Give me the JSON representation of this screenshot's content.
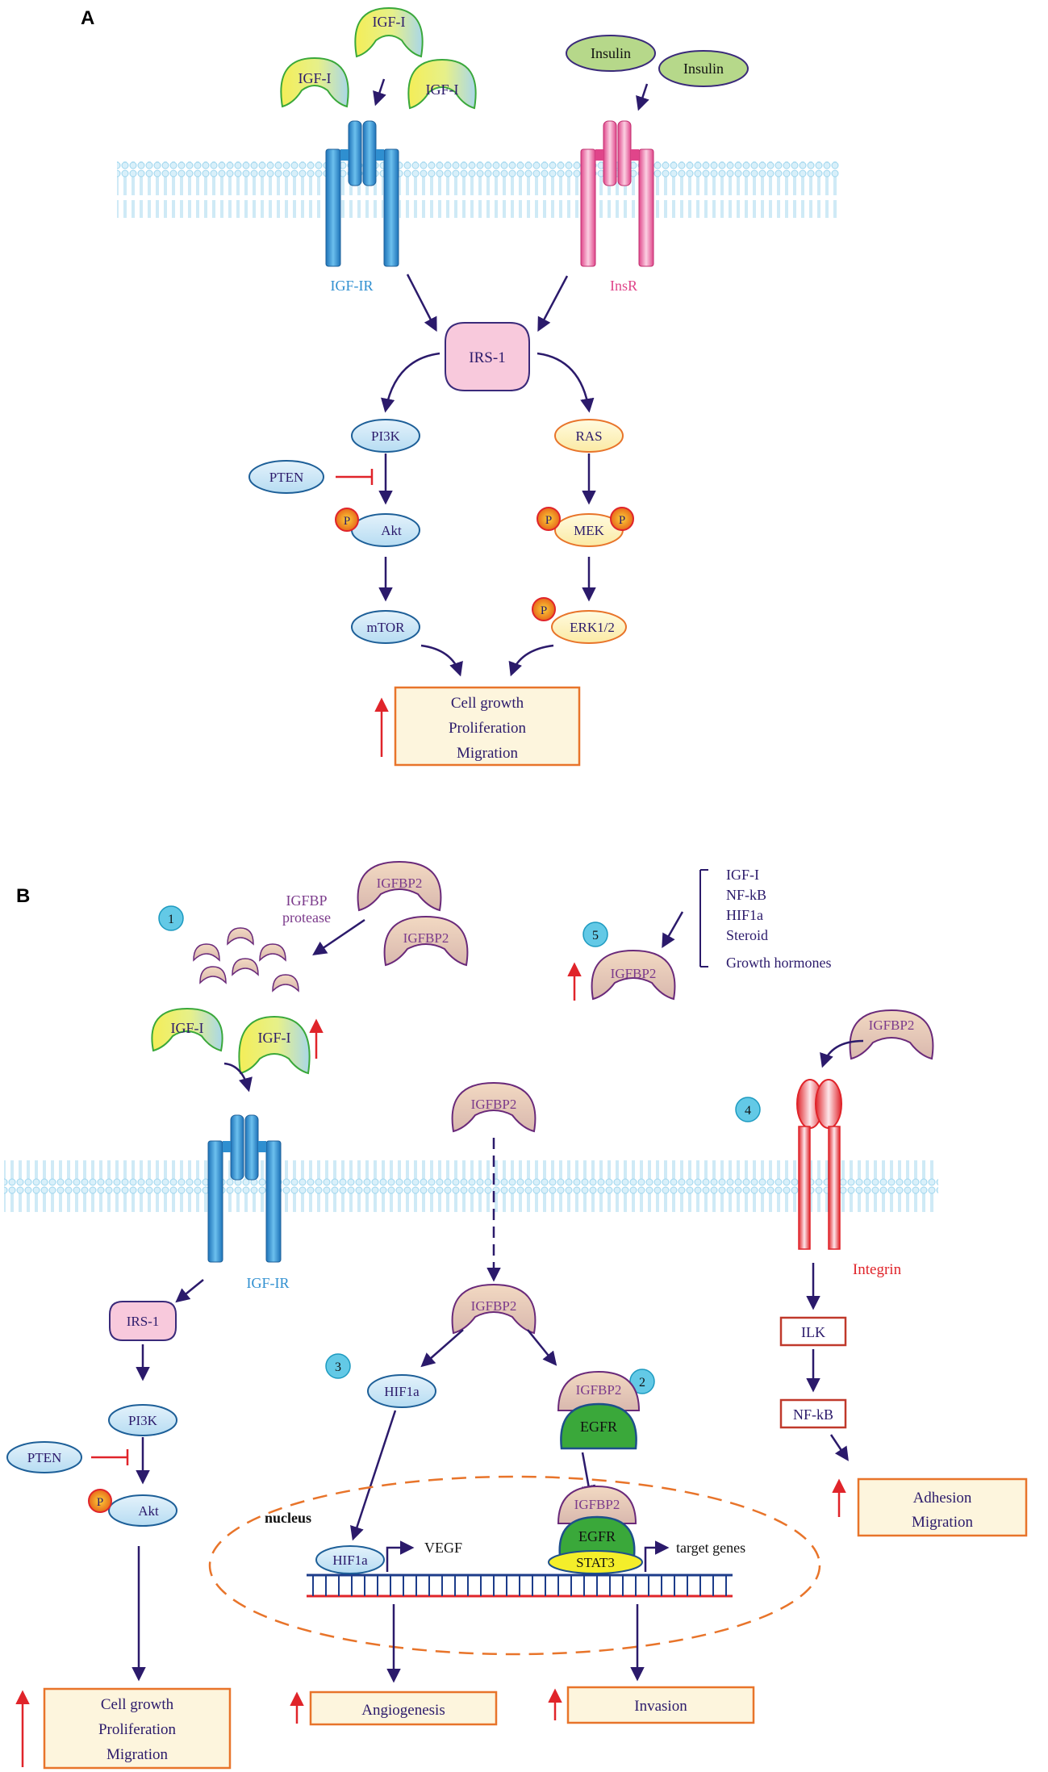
{
  "panel_a": {
    "label": "A",
    "ligands": {
      "igf1_top": "IGF-I",
      "igf1_left": "IGF-I",
      "igf1_right": "IGF-I",
      "insulin_1": "Insulin",
      "insulin_2": "Insulin"
    },
    "receptors": {
      "igf1r": "IGF-IR",
      "insr": "InsR"
    },
    "nodes": {
      "irs1": "IRS-1",
      "pi3k": "PI3K",
      "pten": "PTEN",
      "akt": "Akt",
      "mtor": "mTOR",
      "ras": "RAS",
      "mek": "MEK",
      "erk": "ERK1/2",
      "phospho": "P"
    },
    "outcome": [
      "Cell growth",
      "Proliferation",
      "Migration"
    ]
  },
  "panel_b": {
    "label": "B",
    "steps": [
      "1",
      "2",
      "3",
      "4",
      "5"
    ],
    "protease_line1": "IGFBP",
    "protease_line2": "protease",
    "igfbp2": "IGFBP2",
    "igf1": "IGF-I",
    "igf1r": "IGF-IR",
    "irs1": "IRS-1",
    "pi3k": "PI3K",
    "pten": "PTEN",
    "akt": "Akt",
    "phospho": "P",
    "regulators": [
      "IGF-I",
      "NF-kB",
      "HIF1a",
      "Steroid",
      "Growth hormones"
    ],
    "hif1a": "HIF1a",
    "egfr": "EGFR",
    "stat3": "STAT3",
    "nucleus": "nucleus",
    "vegf": "VEGF",
    "target_genes": "target genes",
    "integrin": "Integrin",
    "ilk": "ILK",
    "nfkb": "NF-kB",
    "outcome_left": [
      "Cell growth",
      "Proliferation",
      "Migration"
    ],
    "outcome_angio": "Angiogenesis",
    "outcome_invasion": "Invasion",
    "outcome_right": [
      "Adhesion",
      "Migration"
    ]
  },
  "colors": {
    "arrow": "#2b1a6b",
    "inhibit": "#e0242a",
    "up_arrow": "#e0242a",
    "igf1r": "#2f8fd0",
    "insr": "#e0458a",
    "integrin": "#e0242a",
    "membrane": "#bfe6f6",
    "outcome_border": "#e8742a",
    "outcome_fill": "#fdf5dd",
    "text_dark": "#2b1a6b",
    "igfbp2_text": "#7b3a8b"
  }
}
